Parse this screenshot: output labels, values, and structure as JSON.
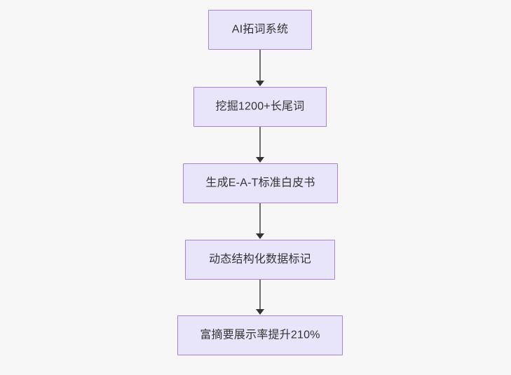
{
  "diagram": {
    "type": "flowchart",
    "direction": "top-to-bottom",
    "background_color": "#f7f7f7",
    "node_fill_color": "#e8e5fb",
    "node_border_color": "#a882dd",
    "node_text_color": "#333333",
    "edge_color": "#6e6e6e",
    "nodes": [
      {
        "id": "n1",
        "label": "AI拓词系统"
      },
      {
        "id": "n2",
        "label": "挖掘1200+长尾词"
      },
      {
        "id": "n3",
        "label": "生成E-A-T标准白皮书"
      },
      {
        "id": "n4",
        "label": "动态结构化数据标记"
      },
      {
        "id": "n5",
        "label": "富摘要展示率提升210%"
      }
    ],
    "edges": [
      {
        "from": "n1",
        "to": "n2",
        "label": ""
      },
      {
        "from": "n2",
        "to": "n3",
        "label": ""
      },
      {
        "from": "n3",
        "to": "n4",
        "label": ""
      },
      {
        "from": "n4",
        "to": "n5",
        "label": ""
      }
    ]
  }
}
